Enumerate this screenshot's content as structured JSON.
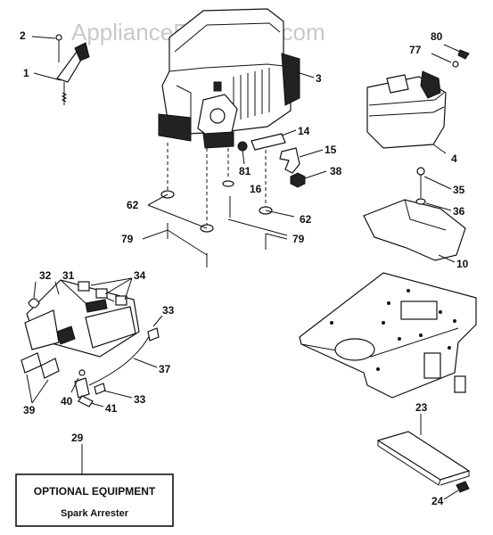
{
  "watermark": "AppliancePartsPros.com",
  "callouts": {
    "c1": "1",
    "c2": "2",
    "c3": "3",
    "c4": "4",
    "c10": "10",
    "c14": "14",
    "c15": "15",
    "c16": "16",
    "c23": "23",
    "c24": "24",
    "c29": "29",
    "c31": "31",
    "c32": "32",
    "c33a": "33",
    "c33b": "33",
    "c34": "34",
    "c35": "35",
    "c36": "36",
    "c37": "37",
    "c38": "38",
    "c39": "39",
    "c40": "40",
    "c41": "41",
    "c62a": "62",
    "c62b": "62",
    "c77": "77",
    "c79a": "79",
    "c79b": "79",
    "c80": "80",
    "c81": "81"
  },
  "optional_box": {
    "title": "OPTIONAL EQUIPMENT",
    "subtitle": "Spark Arrester"
  }
}
